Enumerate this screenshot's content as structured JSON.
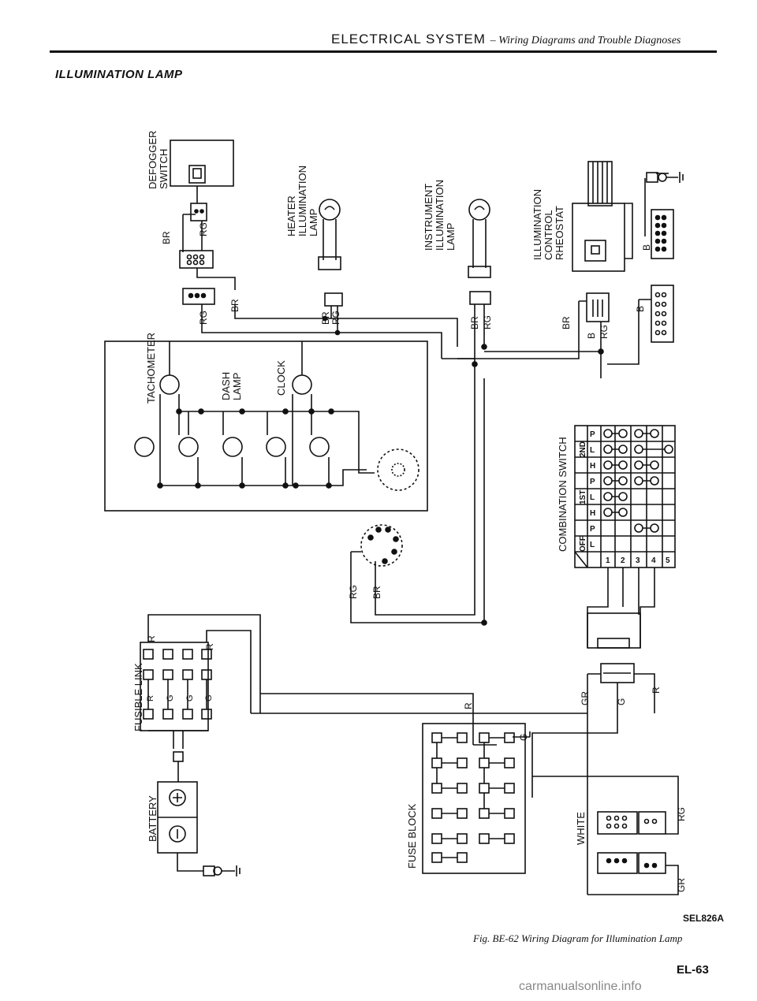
{
  "header": {
    "title": "ELECTRICAL  SYSTEM",
    "subtitle": "– Wiring Diagrams and Trouble Diagnoses"
  },
  "section_title": "ILLUMINATION LAMP",
  "components": {
    "defogger_switch": [
      "DEFOGGER",
      "SWITCH"
    ],
    "heater_lamp": [
      "HEATER",
      "ILLUMINATION",
      "LAMP"
    ],
    "instrument_lamp": [
      "INSTRUMENT",
      "ILLUMINATION",
      "LAMP"
    ],
    "rheostat": [
      "ILLUMINATION",
      "CONTROL",
      "RHEOSTAT"
    ],
    "tachometer": "TACHOMETER",
    "dash_lamp": [
      "DASH",
      "LAMP"
    ],
    "clock": "CLOCK",
    "combination_switch": "COMBINATION SWITCH",
    "fusible_link": "FUSIBLE LINK",
    "battery": "BATTERY",
    "fuse_block": "FUSE BLOCK",
    "white": "WHITE"
  },
  "wire_colors": {
    "br": "BR",
    "rg": "RG",
    "b": "B",
    "r": "R",
    "g": "G",
    "gr": "GR"
  },
  "switch_table": {
    "positions": [
      "2ND",
      "1ST",
      "OFF"
    ],
    "sub": [
      "P",
      "L",
      "H"
    ],
    "terminals": [
      "1",
      "2",
      "3",
      "4",
      "5"
    ]
  },
  "figure_code": "SEL826A",
  "caption": "Fig. BE-62  Wiring Diagram for Illumination Lamp",
  "page_number": "EL-63",
  "watermark": "carmanualsonline.info"
}
